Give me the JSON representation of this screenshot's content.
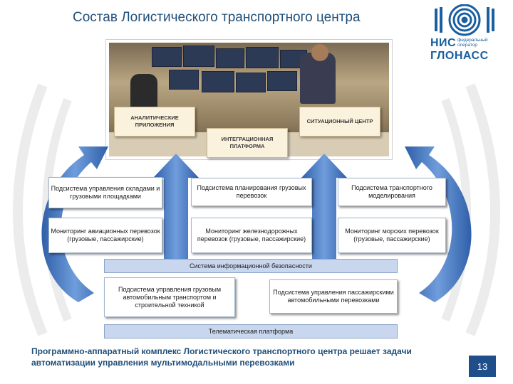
{
  "title": "Состав Логистического транспортного центра",
  "logo": {
    "main_line1": "НИС",
    "main_line2": "ГЛОНАСС",
    "sub_line1": "федеральный",
    "sub_line2": "оператор"
  },
  "photo_labels": {
    "analytic": "АНАЛИТИЧЕСКИЕ ПРИЛОЖЕНИЯ",
    "integration": "ИНТЕГРАЦИОННАЯ ПЛАТФОРМА",
    "situation": "СИТУАЦИОННЫЙ ЦЕНТР"
  },
  "subsystems": {
    "warehouse": "Подсистема управления складами и грузовыми площадками",
    "planning": "Подсистема планирования грузовых перевозок",
    "modeling": "Подсистема транспортного моделирования",
    "aviation": "Мониторинг авиационных перевозок (грузовые, пассажирские)",
    "railway": "Мониторинг железнодорожных перевозок (грузовые, пассажирские)",
    "sea": "Мониторинг морских перевозок (грузовые, пассажирские)",
    "security": "Система информационной безопасности",
    "freight_road": "Подсистема управления грузовым автомобильным транспортом и строительной техникой",
    "passenger_road": "Подсистема управления пассажирскими автомобильными перевозками",
    "telematics": "Телематическая платформа"
  },
  "footer": "Программно-аппаратный комплекс Логистического транспортного центра решает задачи автоматизации управления мультимодальными перевозками",
  "page_number": "13",
  "colors": {
    "title": "#1f4e79",
    "arrow": "#3a6fbf",
    "bar": "#c9d7ee",
    "page_badge": "#1f4e8a"
  }
}
